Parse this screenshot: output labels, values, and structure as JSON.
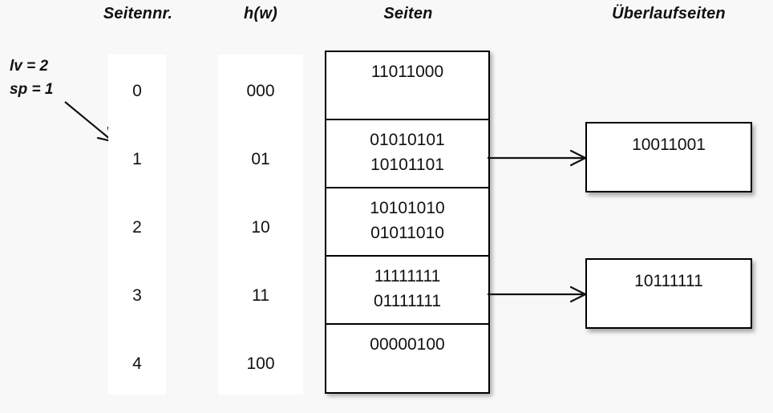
{
  "headers": {
    "seitennr": "Seitennr.",
    "hw": "h(w)",
    "seiten": "Seiten",
    "ueberlaufseiten": "Überlaufseiten"
  },
  "params": {
    "lv": "lv = 2",
    "sp": "sp = 1",
    "arrow_icon": "diagonal-arrow-icon"
  },
  "rows": [
    {
      "seitennr": "0",
      "hw": "000"
    },
    {
      "seitennr": "1",
      "hw": "01"
    },
    {
      "seitennr": "2",
      "hw": "10"
    },
    {
      "seitennr": "3",
      "hw": "11"
    },
    {
      "seitennr": "4",
      "hw": "100"
    }
  ],
  "pages": [
    {
      "index": 0,
      "entries": [
        "11011000"
      ]
    },
    {
      "index": 1,
      "entries": [
        "01010101",
        "10101101"
      ]
    },
    {
      "index": 2,
      "entries": [
        "10101010",
        "01011010"
      ]
    },
    {
      "index": 3,
      "entries": [
        "11111111",
        "01111111"
      ]
    },
    {
      "index": 4,
      "entries": [
        "00000100"
      ]
    }
  ],
  "overflow_pages": [
    {
      "from_page": 1,
      "entries": [
        "10011001"
      ],
      "arrow_icon": "right-arrow-icon"
    },
    {
      "from_page": 3,
      "entries": [
        "10111111"
      ],
      "arrow_icon": "right-arrow-icon"
    }
  ],
  "colors": {
    "background": "#f8f8f8",
    "column_fill": "#ffffff",
    "stroke": "#000000",
    "text": "#111111"
  }
}
